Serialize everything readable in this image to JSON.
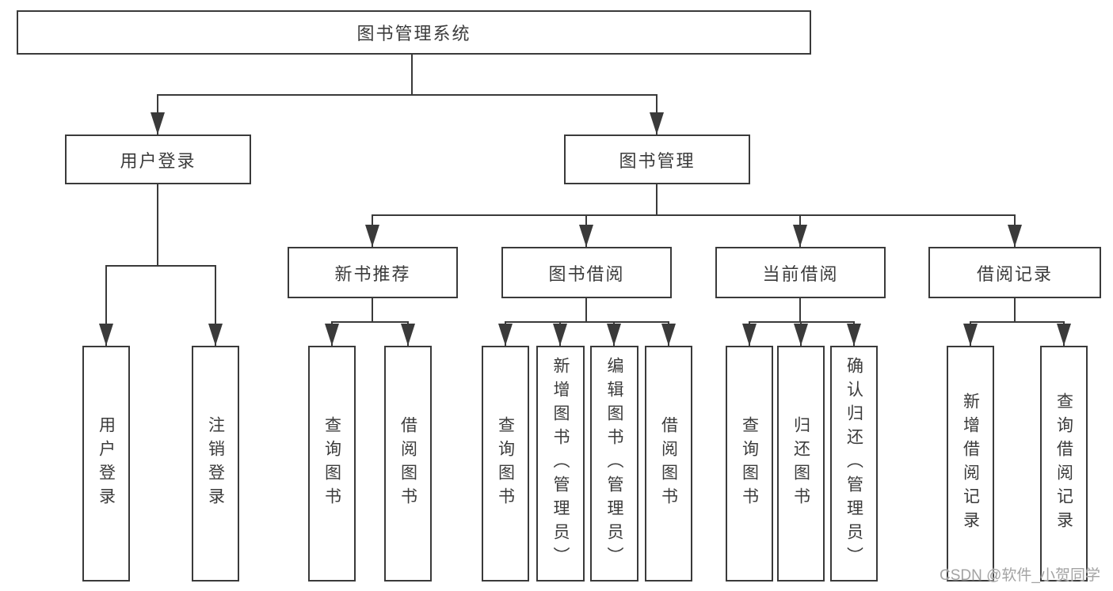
{
  "tree": {
    "root": {
      "label": "图书管理系统"
    },
    "branches": [
      {
        "label": "用户登录",
        "children": [
          {
            "label": "用户登录"
          },
          {
            "label": "注销登录"
          }
        ]
      },
      {
        "label": "图书管理",
        "children": [
          {
            "label": "新书推荐",
            "children": [
              {
                "label": "查询图书"
              },
              {
                "label": "借阅图书"
              }
            ]
          },
          {
            "label": "图书借阅",
            "children": [
              {
                "label": "查询图书"
              },
              {
                "label": "新增图书（管理员）"
              },
              {
                "label": "编辑图书（管理员）"
              },
              {
                "label": "借阅图书"
              }
            ]
          },
          {
            "label": "当前借阅",
            "children": [
              {
                "label": "查询图书"
              },
              {
                "label": "归还图书"
              },
              {
                "label": "确认归还（管理员）"
              }
            ]
          },
          {
            "label": "借阅记录",
            "children": [
              {
                "label": "新增借阅记录"
              },
              {
                "label": "查询借阅记录"
              }
            ]
          }
        ]
      }
    ]
  },
  "watermark": {
    "text": "CSDN @软件_小贺同学"
  },
  "colors": {
    "line": "#3a3a3a",
    "background": "#ffffff",
    "watermark": "#a3a3a3"
  }
}
